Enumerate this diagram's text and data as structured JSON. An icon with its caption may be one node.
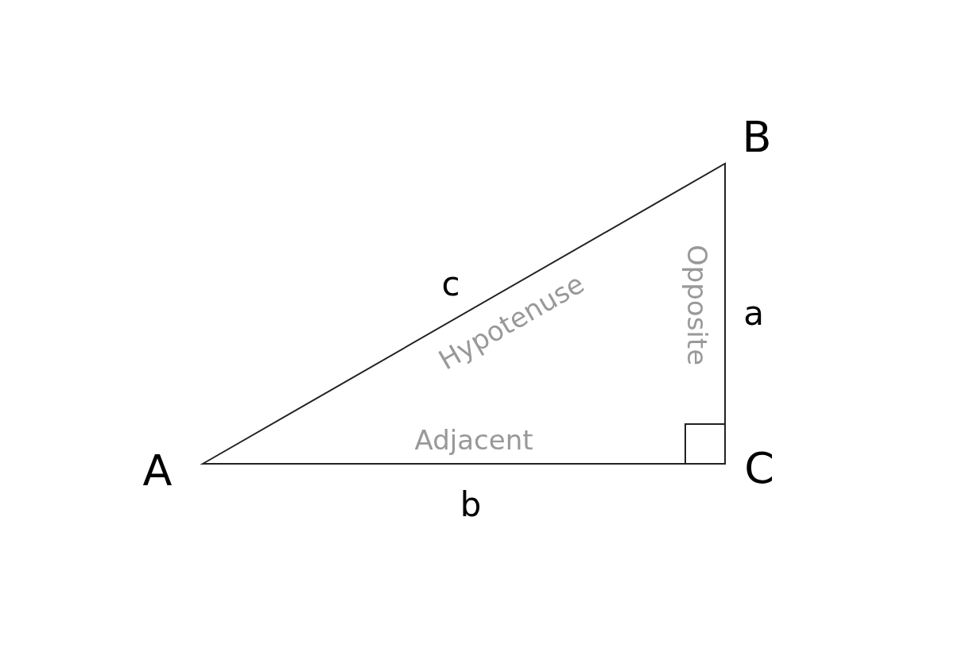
{
  "diagram": {
    "labels": [
      "B",
      "c",
      "Hypotenuse",
      "Opposite",
      "a",
      "Adjacent",
      "A",
      "C",
      "b"
    ]
  }
}
